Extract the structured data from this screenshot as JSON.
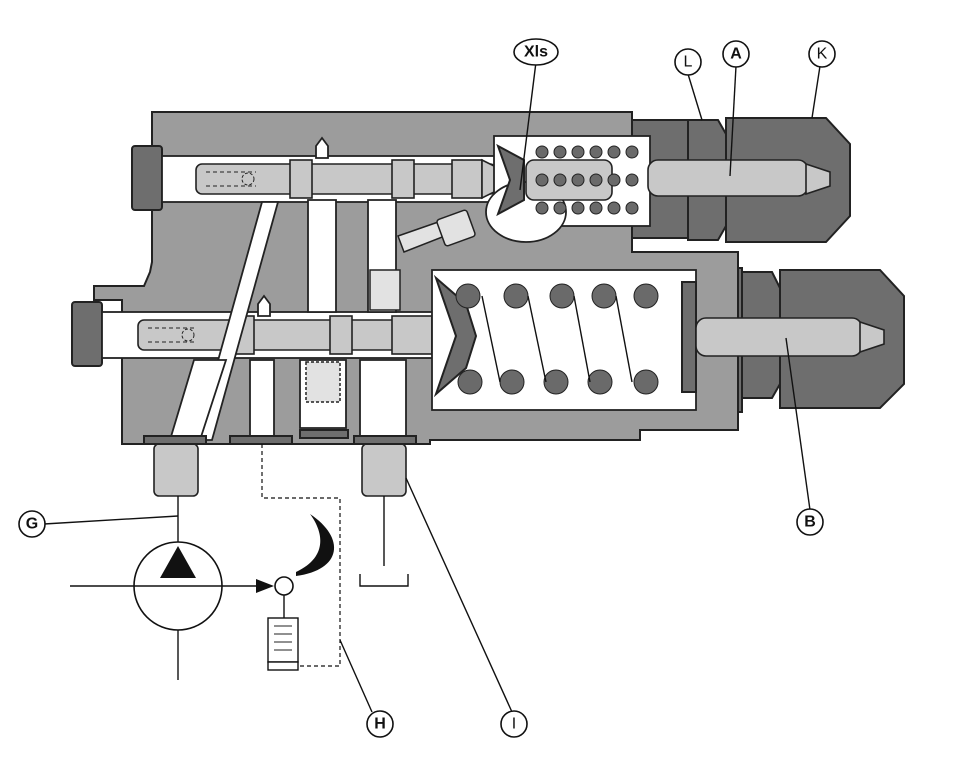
{
  "labels": {
    "xls": "Xls",
    "l": "L",
    "a": "A",
    "k": "K",
    "b": "B",
    "g": "G",
    "h": "H",
    "i": "I"
  },
  "colors": {
    "body": "#9c9c9c",
    "cap": "#6e6e6e",
    "line": "#111111",
    "background": "#ffffff"
  }
}
